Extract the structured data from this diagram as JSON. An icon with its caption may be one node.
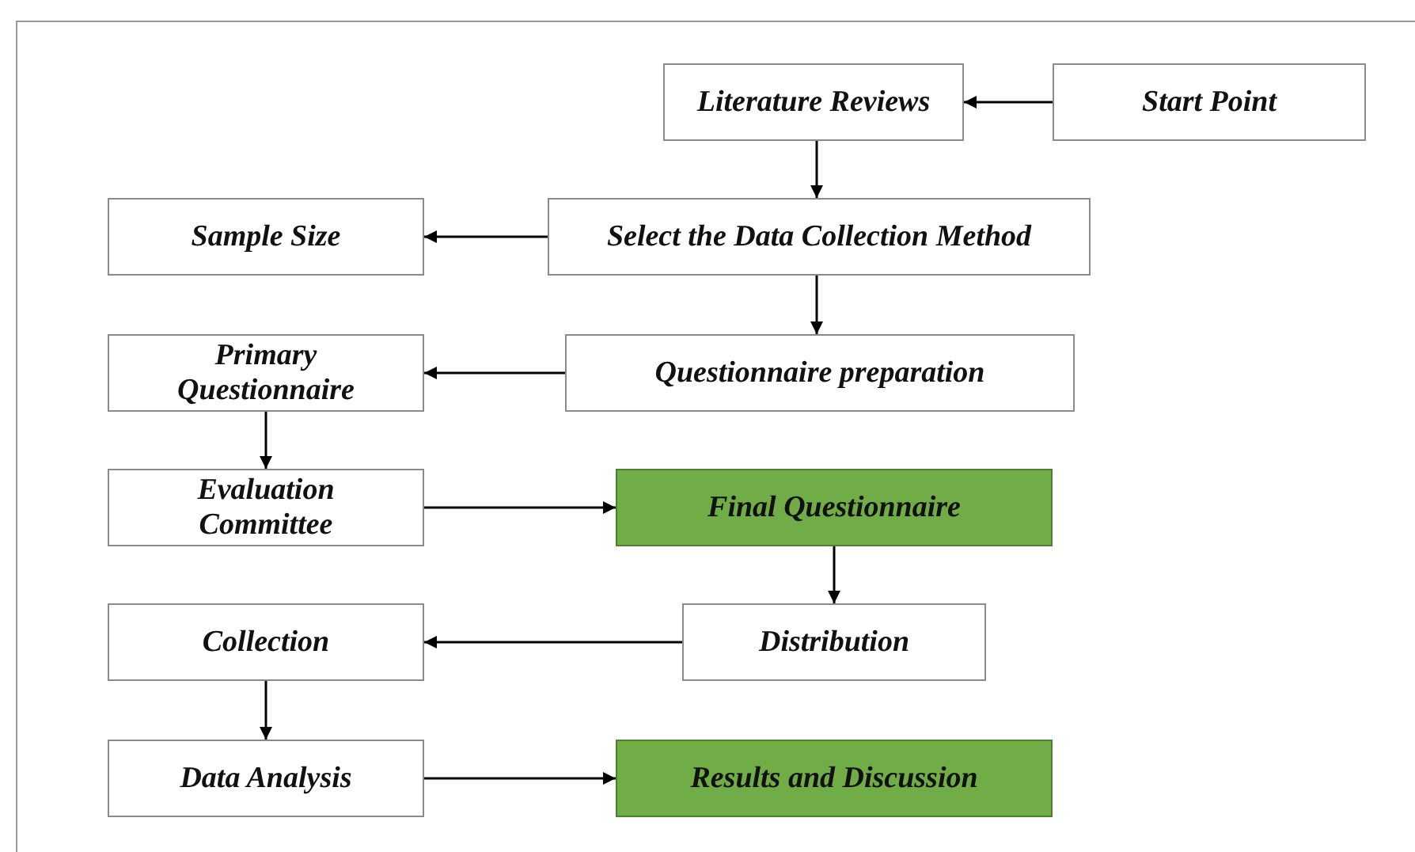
{
  "diagram": {
    "nodes": [
      {
        "text": [
          "Literature Reviews"
        ]
      },
      {
        "text": [
          "Start Point"
        ]
      },
      {
        "text": [
          "Sample Size"
        ]
      },
      {
        "text": [
          "Select the Data Collection Method"
        ]
      },
      {
        "text": [
          "Primary Questionnaire"
        ]
      },
      {
        "text": [
          "Questionnaire preparation"
        ]
      },
      {
        "text": [
          "Evaluation Committee"
        ]
      },
      {
        "text": [
          "Final Questionnaire"
        ]
      },
      {
        "text": [
          "Collection"
        ]
      },
      {
        "text": [
          "Distribution"
        ]
      },
      {
        "text": [
          "Data Analysis"
        ]
      },
      {
        "text": [
          "Results and Discussion"
        ]
      }
    ],
    "edges": [
      {
        "from": 1,
        "to": 0,
        "arrow": "to"
      },
      {
        "from": 0,
        "to": 3,
        "arrow": "to"
      },
      {
        "from": 3,
        "to": 2,
        "arrow": "to"
      },
      {
        "from": 3,
        "to": 5,
        "arrow": "to"
      },
      {
        "from": 5,
        "to": 4,
        "arrow": "to"
      },
      {
        "from": 4,
        "to": 6,
        "arrow": "to"
      },
      {
        "from": 6,
        "to": 7,
        "arrow": "to"
      },
      {
        "from": 7,
        "to": 9,
        "arrow": "to"
      },
      {
        "from": 9,
        "to": 8,
        "arrow": "to"
      },
      {
        "from": 8,
        "to": 10,
        "arrow": "to"
      },
      {
        "from": 10,
        "to": 11,
        "arrow": "to"
      }
    ]
  }
}
